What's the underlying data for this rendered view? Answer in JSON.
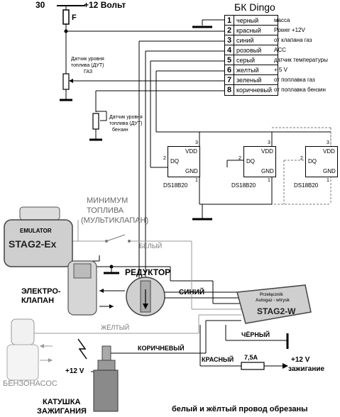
{
  "header": {
    "battery_label": "30",
    "plus12_label": "+12 Вольт",
    "fuse_label": "F",
    "title": "БК Dingo"
  },
  "connector": {
    "pins": [
      {
        "num": "1",
        "wire": "черный",
        "func": "масса"
      },
      {
        "num": "2",
        "wire": "красный",
        "func": "Power +12V"
      },
      {
        "num": "3",
        "wire": "синий",
        "func": "от клапана газ"
      },
      {
        "num": "4",
        "wire": "розовый",
        "func": "ACC"
      },
      {
        "num": "5",
        "wire": "серый",
        "func": "датчик температуры"
      },
      {
        "num": "6",
        "wire": "желтый",
        "func": "+ 5 V"
      },
      {
        "num": "7",
        "wire": "зеленый",
        "func": "от поплавка газ"
      },
      {
        "num": "8",
        "wire": "коричневый",
        "func": "от поплавка бензин"
      }
    ]
  },
  "sensors": {
    "gas": {
      "line1": "Датчик уровня",
      "line2": "топлива (ДУТ)",
      "line3": "ГАЗ"
    },
    "petrol": {
      "line1": "Датчик уровня",
      "line2": "топлива (ДУТ)",
      "line3": "бензин"
    }
  },
  "ds18b20": {
    "vdd": "VDD",
    "dq": "DQ",
    "gnd": "GND",
    "name": "DS18B20",
    "pin1": "1",
    "pin2": "2",
    "pin3": "3"
  },
  "emulator": {
    "top": "EMULATOR",
    "bottom": "STAG2-Ex"
  },
  "min_fuel": {
    "line1": "МИНИМУМ",
    "line2": "ТОПЛИВА",
    "line3": "(МУЛЬТИКЛАПАН)"
  },
  "wires": {
    "white": "БЕЛЫЙ",
    "blue": "СИНИЙ",
    "yellow": "ЖЁЛТЫЙ",
    "black": "ЧЁРНЫЙ",
    "brown": "КОРИЧНЕВЫЙ",
    "red": "КРАСНЫЙ"
  },
  "components": {
    "reducer": "РЕДУКТОР",
    "valve_line1": "ЭЛЕКТРО-",
    "valve_line2": "КЛАПАН",
    "fuel_pump": "БЕНЗОНАСОС",
    "coil_line1": "КАТУШКА",
    "coil_line2": "ЗАЖИГАНИЯ",
    "coil_plus": "+12 V"
  },
  "switch": {
    "line1": "Przełącznik",
    "line2": "Autogaz - wtrysk",
    "name": "STAG2-W"
  },
  "fuse2": "7,5A",
  "ignition": {
    "line1": "+12 V",
    "line2": "зажигание"
  },
  "footnote": "белый и жёлтый провод обрезаны"
}
